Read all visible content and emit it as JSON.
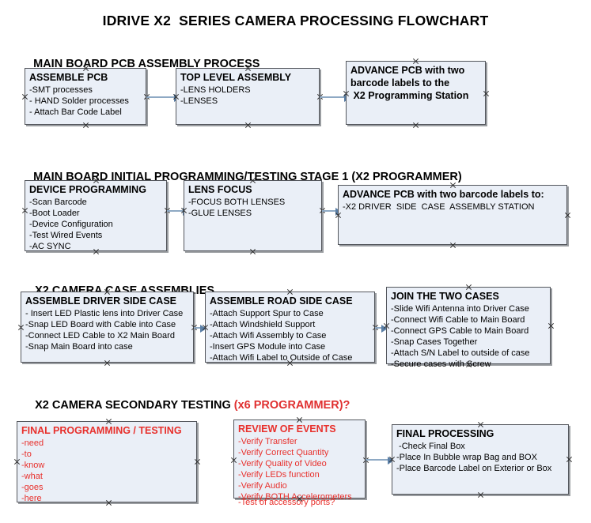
{
  "document": {
    "title": "IDRIVE X2  SERIES CAMERA PROCESSING FLOWCHART"
  },
  "sections": [
    {
      "id": "main-board-pcb-assembly",
      "heading": "MAIN BOARD PCB ASSEMBLY PROCESS",
      "heading_accent": "",
      "boxes": [
        {
          "id": "assemble-pcb",
          "title": "ASSEMBLE PCB",
          "lines": [
            "-SMT processes",
            "- HAND Solder processes",
            "- Attach Bar Code Label"
          ],
          "color": "black"
        },
        {
          "id": "top-level-assembly",
          "title": "TOP LEVEL ASSEMBLY",
          "lines": [
            "-LENS HOLDERS",
            "-LENSES"
          ],
          "color": "black"
        },
        {
          "id": "advance-pcb-programming-station",
          "title": "ADVANCE PCB with two",
          "lines": [
            "barcode labels to the",
            " X2 Programming Station"
          ],
          "color": "black"
        }
      ]
    },
    {
      "id": "main-board-initial-programming",
      "heading": "MAIN BOARD INITIAL PROGRAMMING/TESTING STAGE 1 (X2 PROGRAMMER)",
      "heading_accent": "",
      "boxes": [
        {
          "id": "device-programming",
          "title": "DEVICE PROGRAMMING",
          "lines": [
            "-Scan Barcode",
            "-Boot Loader",
            "-Device Configuration",
            "-Test Wired Events",
            "-AC SYNC"
          ],
          "color": "black"
        },
        {
          "id": "lens-focus",
          "title": "LENS FOCUS",
          "lines": [
            "-FOCUS BOTH LENSES",
            "-GLUE LENSES"
          ],
          "color": "black"
        },
        {
          "id": "advance-pcb-driver-side-case",
          "title": "ADVANCE PCB with two barcode labels to:",
          "lines": [
            "-X2 DRIVER  SIDE  CASE  ASSEMBLY STATION"
          ],
          "color": "black"
        }
      ]
    },
    {
      "id": "x2-camera-case-assemblies",
      "heading": "X2 CAMERA CASE ASSEMBLIES",
      "heading_accent": "",
      "boxes": [
        {
          "id": "assemble-driver-side-case",
          "title": "ASSEMBLE DRIVER SIDE CASE",
          "lines": [
            "- Insert LED Plastic lens into Driver Case",
            "-Snap LED Board with Cable into Case",
            "-Connect LED Cable to X2 Main Board",
            "-Snap Main Board into case"
          ],
          "color": "black"
        },
        {
          "id": "assemble-road-side-case",
          "title": "ASSEMBLE ROAD SIDE CASE",
          "lines": [
            "-Attach Support Spur to Case",
            "-Attach Windshield Support",
            "-Attach Wifi Assembly to Case",
            "-Insert GPS Module into Case",
            "-Attach Wifi Label to Outside of Case"
          ],
          "color": "black"
        },
        {
          "id": "join-the-two-cases",
          "title": "JOIN THE TWO CASES",
          "lines": [
            "-Slide Wifi Antenna into Driver Case",
            "-Connect Wifi Cable to Main Board",
            "-Connect GPS Cable to Main Board",
            "-Snap Cases Together",
            "-Attach S/N Label to outside of case",
            "-Secure cases with Screw"
          ],
          "color": "black"
        }
      ]
    },
    {
      "id": "x2-camera-secondary-testing",
      "heading": "X2 CAMERA SECONDARY TESTING ",
      "heading_accent": "(x6 PROGRAMMER)?",
      "boxes": [
        {
          "id": "final-programming-testing",
          "title": "FINAL PROGRAMMING / TESTING",
          "lines": [
            "-need",
            "-to",
            "-know",
            "-what",
            "-goes",
            "-here"
          ],
          "color": "red"
        },
        {
          "id": "review-of-events",
          "title": "REVIEW OF EVENTS",
          "lines": [
            "-Verify Transfer",
            "-Verify Correct Quantity",
            "-Verify Quality of Video",
            "-Verify LEDs function",
            "-Verify Audio",
            "-Verify BOTH Accelerometers"
          ],
          "overflow_line": "-Test of accessory ports?",
          "color": "red"
        },
        {
          "id": "final-processing",
          "title": "FINAL PROCESSING",
          "lines": [
            " -Check Final Box",
            "-Place In Bubble wrap Bag and BOX",
            "-Place Barcode Label on Exterior or Box"
          ],
          "color": "black"
        }
      ]
    }
  ],
  "colors": {
    "box_fill": "#eaeff7",
    "box_border": "#53565c",
    "connector": "#8ea9c4",
    "accent_red": "#e8302c",
    "text": "#000000"
  }
}
